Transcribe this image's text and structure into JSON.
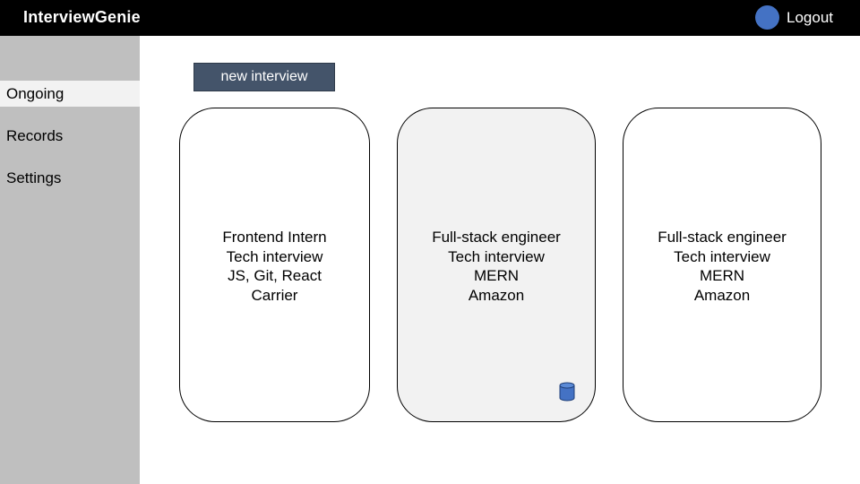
{
  "app": {
    "title": "InterviewGenie"
  },
  "header": {
    "logout_label": "Logout",
    "avatar_color": "#4472c4"
  },
  "sidebar": {
    "items": [
      {
        "label": "Ongoing",
        "active": true
      },
      {
        "label": "Records",
        "active": false
      },
      {
        "label": "Settings",
        "active": false
      }
    ]
  },
  "toolbar": {
    "new_interview_label": "new interview"
  },
  "cards": [
    {
      "title": "Frontend Intern",
      "type": "Tech interview",
      "skills": "JS, Git, React",
      "company": "Carrier",
      "selected": false
    },
    {
      "title": "Full-stack engineer",
      "type": "Tech interview",
      "skills": "MERN",
      "company": "Amazon",
      "selected": true,
      "icon": "database-icon"
    },
    {
      "title": "Full-stack engineer",
      "type": "Tech interview",
      "skills": "MERN",
      "company": "Amazon",
      "selected": false
    }
  ],
  "colors": {
    "topbar": "#000000",
    "sidebar": "#bfbfbf",
    "button": "#44546a",
    "selected_card": "#f2f2f2",
    "icon": "#4472c4"
  }
}
